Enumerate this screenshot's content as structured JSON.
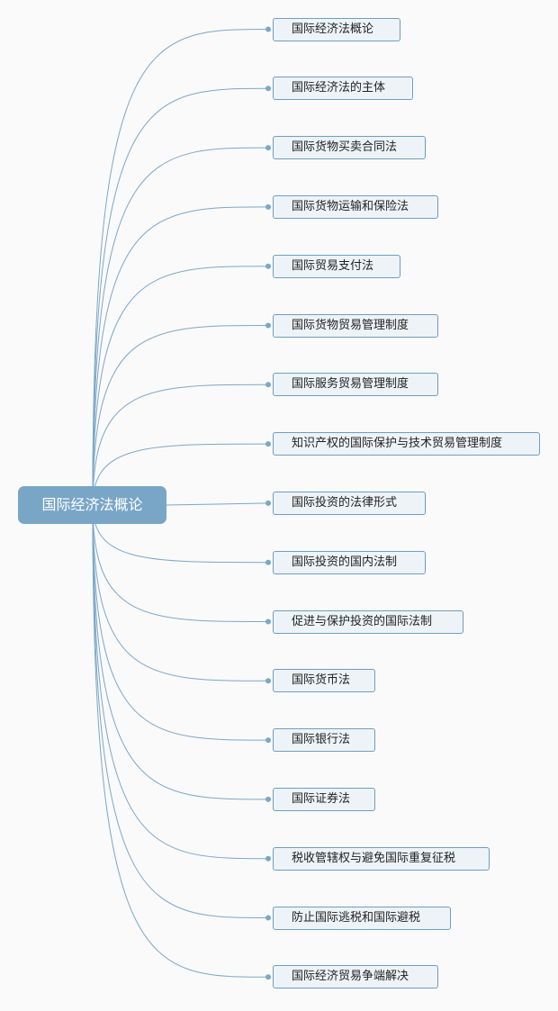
{
  "root": {
    "label": "国际经济法概论"
  },
  "branches": [
    {
      "label": "国际经济法概论"
    },
    {
      "label": "国际经济法的主体"
    },
    {
      "label": "国际货物买卖合同法"
    },
    {
      "label": "国际货物运输和保险法"
    },
    {
      "label": "国际贸易支付法"
    },
    {
      "label": "国际货物贸易管理制度"
    },
    {
      "label": "国际服务贸易管理制度"
    },
    {
      "label": "知识产权的国际保护与技术贸易管理制度"
    },
    {
      "label": "国际投资的法律形式"
    },
    {
      "label": "国际投资的国内法制"
    },
    {
      "label": "促进与保护投资的国际法制"
    },
    {
      "label": "国际货币法"
    },
    {
      "label": "国际银行法"
    },
    {
      "label": "国际证券法"
    },
    {
      "label": "税收管辖权与避免国际重复征税"
    },
    {
      "label": "防止国际逃税和国际避税"
    },
    {
      "label": "国际经济贸易争端解决"
    }
  ],
  "colors": {
    "connector": "#7ba7c9",
    "node_border": "#6f9ec0",
    "node_fill": "#edf3f7",
    "root_fill": "#79a6c6",
    "background": "#fafafa"
  }
}
